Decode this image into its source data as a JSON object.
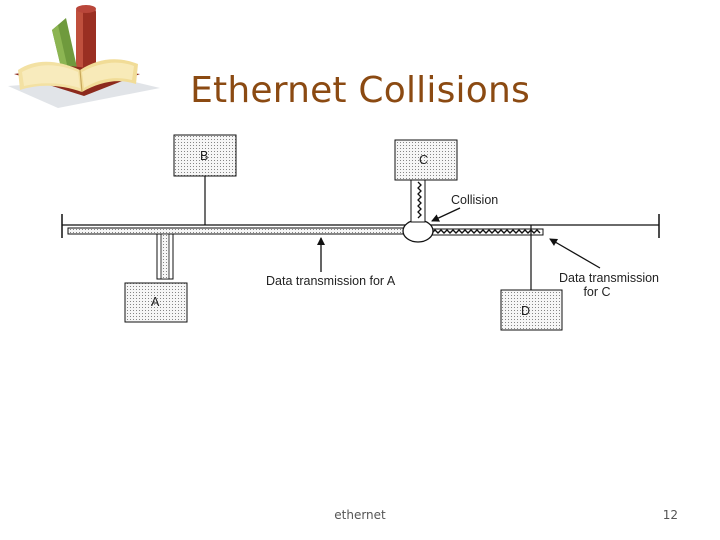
{
  "slide": {
    "title": "Ethernet Collisions",
    "footer_text": "ethernet",
    "page_number": "12"
  },
  "diagram": {
    "stations": {
      "a": "A",
      "b": "B",
      "c": "C",
      "d": "D"
    },
    "labels": {
      "collision": "Collision",
      "data_for_a": "Data transmission for A",
      "data_for_c_line1": "Data transmission",
      "data_for_c_line2": "for C"
    }
  },
  "icons": {
    "logo": "open-book-icon"
  },
  "colors": {
    "title": "#8b4a12",
    "station_fill": "#f2f2f2",
    "station_dots": "#6b6b6b",
    "line": "#111111"
  }
}
